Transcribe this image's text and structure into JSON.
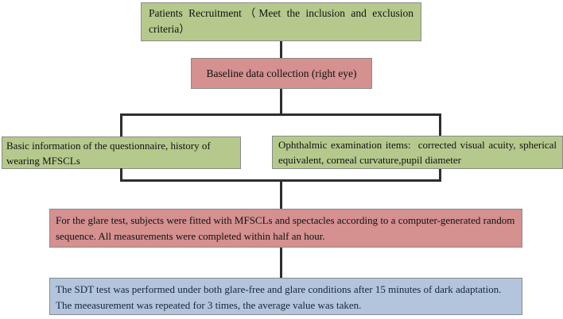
{
  "figure": {
    "type": "flowchart",
    "colors": {
      "green": "#b6c98d",
      "pink": "#d59090",
      "blue": "#b3c5dc",
      "connector_line": "#2e2e2e",
      "box_border": "#8a8a8a",
      "background": "#ffffff"
    },
    "nodes": [
      {
        "id": "recruitment",
        "color": "#b6c98d",
        "text": "Patients Recruitment（Meet the inclusion and exclusion criteria）"
      },
      {
        "id": "baseline",
        "color": "#d59090",
        "text": "Baseline data collection (right eye)"
      },
      {
        "id": "questionnaire",
        "color": "#b6c98d",
        "text": "Basic information of the questionnaire, history of wearing MFSCLs"
      },
      {
        "id": "ophthalmic",
        "color": "#b6c98d",
        "text": "Ophthalmic examination items:  corrected visual acuity, spherical equivalent, corneal curvature,pupil diameter"
      },
      {
        "id": "glare",
        "color": "#d59090",
        "text": "For the glare test, subjects were fitted with MFSCLs and spectacles according to a computer-generated random sequence. All measurements were completed within half an hour."
      },
      {
        "id": "sdt",
        "color": "#b3c5dc",
        "text": "The SDT test was performed under both glare-free and glare conditions after 15 minutes of dark adaptation. The meeasurement was repeated for 3 times, the average value was taken."
      }
    ],
    "edges": [
      {
        "from": "recruitment",
        "to": "baseline"
      },
      {
        "from": "baseline",
        "to": "questionnaire"
      },
      {
        "from": "baseline",
        "to": "ophthalmic"
      },
      {
        "from": "questionnaire",
        "to": "glare"
      },
      {
        "from": "ophthalmic",
        "to": "glare"
      },
      {
        "from": "glare",
        "to": "sdt"
      }
    ]
  }
}
